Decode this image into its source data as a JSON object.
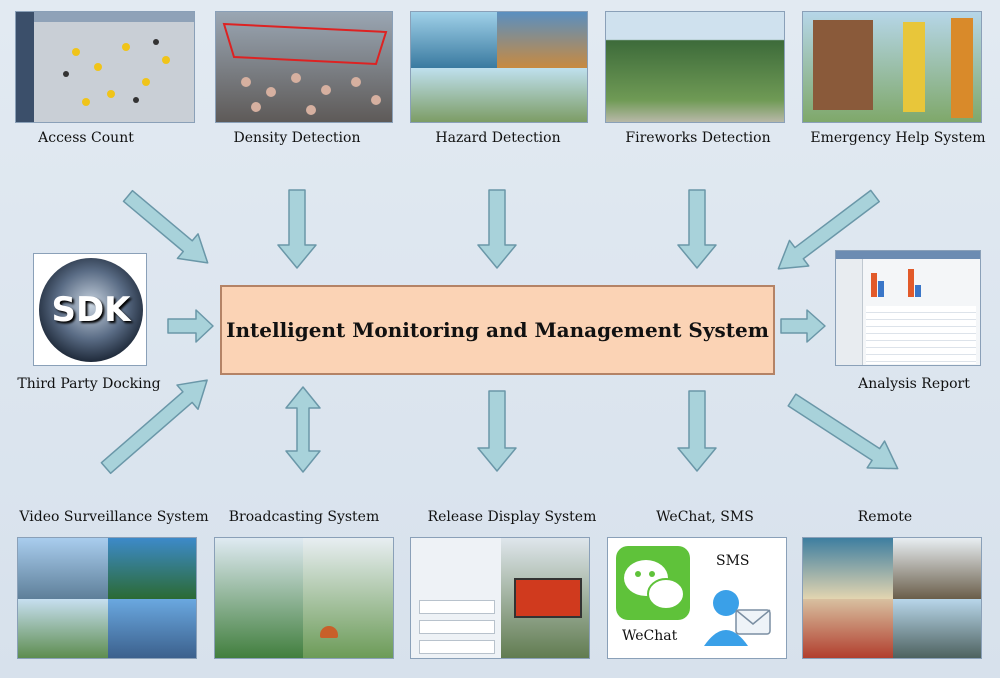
{
  "center": {
    "title": "Intelligent Monitoring and Management System"
  },
  "top_row": [
    {
      "label": "Access Count"
    },
    {
      "label": "Density Detection"
    },
    {
      "label": "Hazard Detection"
    },
    {
      "label": "Fireworks Detection"
    },
    {
      "label": "Emergency Help System"
    }
  ],
  "left": {
    "tile_text": "SDK",
    "label": "Third Party Docking"
  },
  "right": {
    "label": "Analysis Report"
  },
  "bottom_row": [
    {
      "label": "Video Surveillance System"
    },
    {
      "label": "Broadcasting System"
    },
    {
      "label": "Release Display System"
    },
    {
      "label": "WeChat, SMS"
    },
    {
      "label": "Remote"
    }
  ],
  "wechat_tile": {
    "wechat_label": "WeChat",
    "sms_label": "SMS"
  },
  "colors": {
    "arrow_fill": "#a8d2da",
    "arrow_stroke": "#6a97a8",
    "center_fill": "#fbd3b5"
  }
}
